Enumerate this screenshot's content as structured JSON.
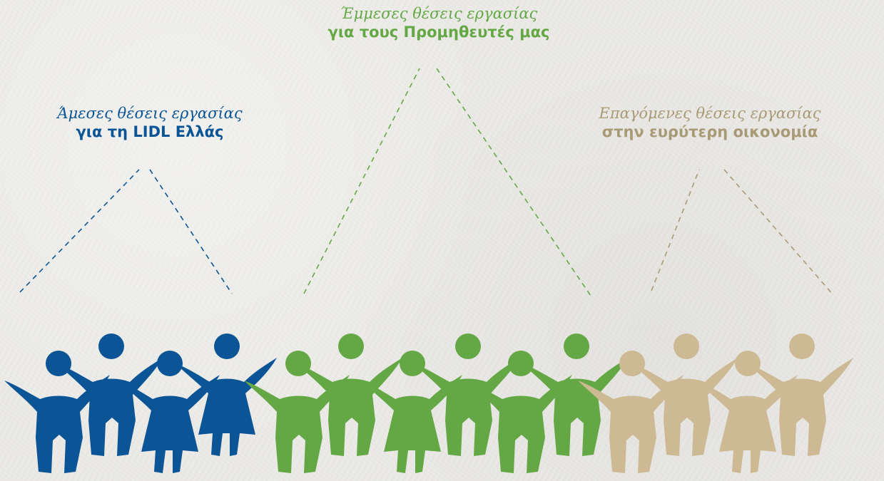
{
  "groups": [
    {
      "id": "direct",
      "line1": "Άμεσες θέσεις εργασίας",
      "line2": "για τη LIDL Ελλάς",
      "color": "#0b5596",
      "figures": 4
    },
    {
      "id": "indirect",
      "line1": "Έμμεσες θέσεις εργασίας",
      "line2": "για τους Προμηθευτές μας",
      "color": "#63a844",
      "figures": 6
    },
    {
      "id": "induced",
      "line1": "Επαγόμενες θέσεις εργασίας",
      "line2": "στην ευρύτερη οικονομία",
      "color": "#a99a76",
      "figure_color": "#cdb994",
      "figures": 4
    }
  ]
}
